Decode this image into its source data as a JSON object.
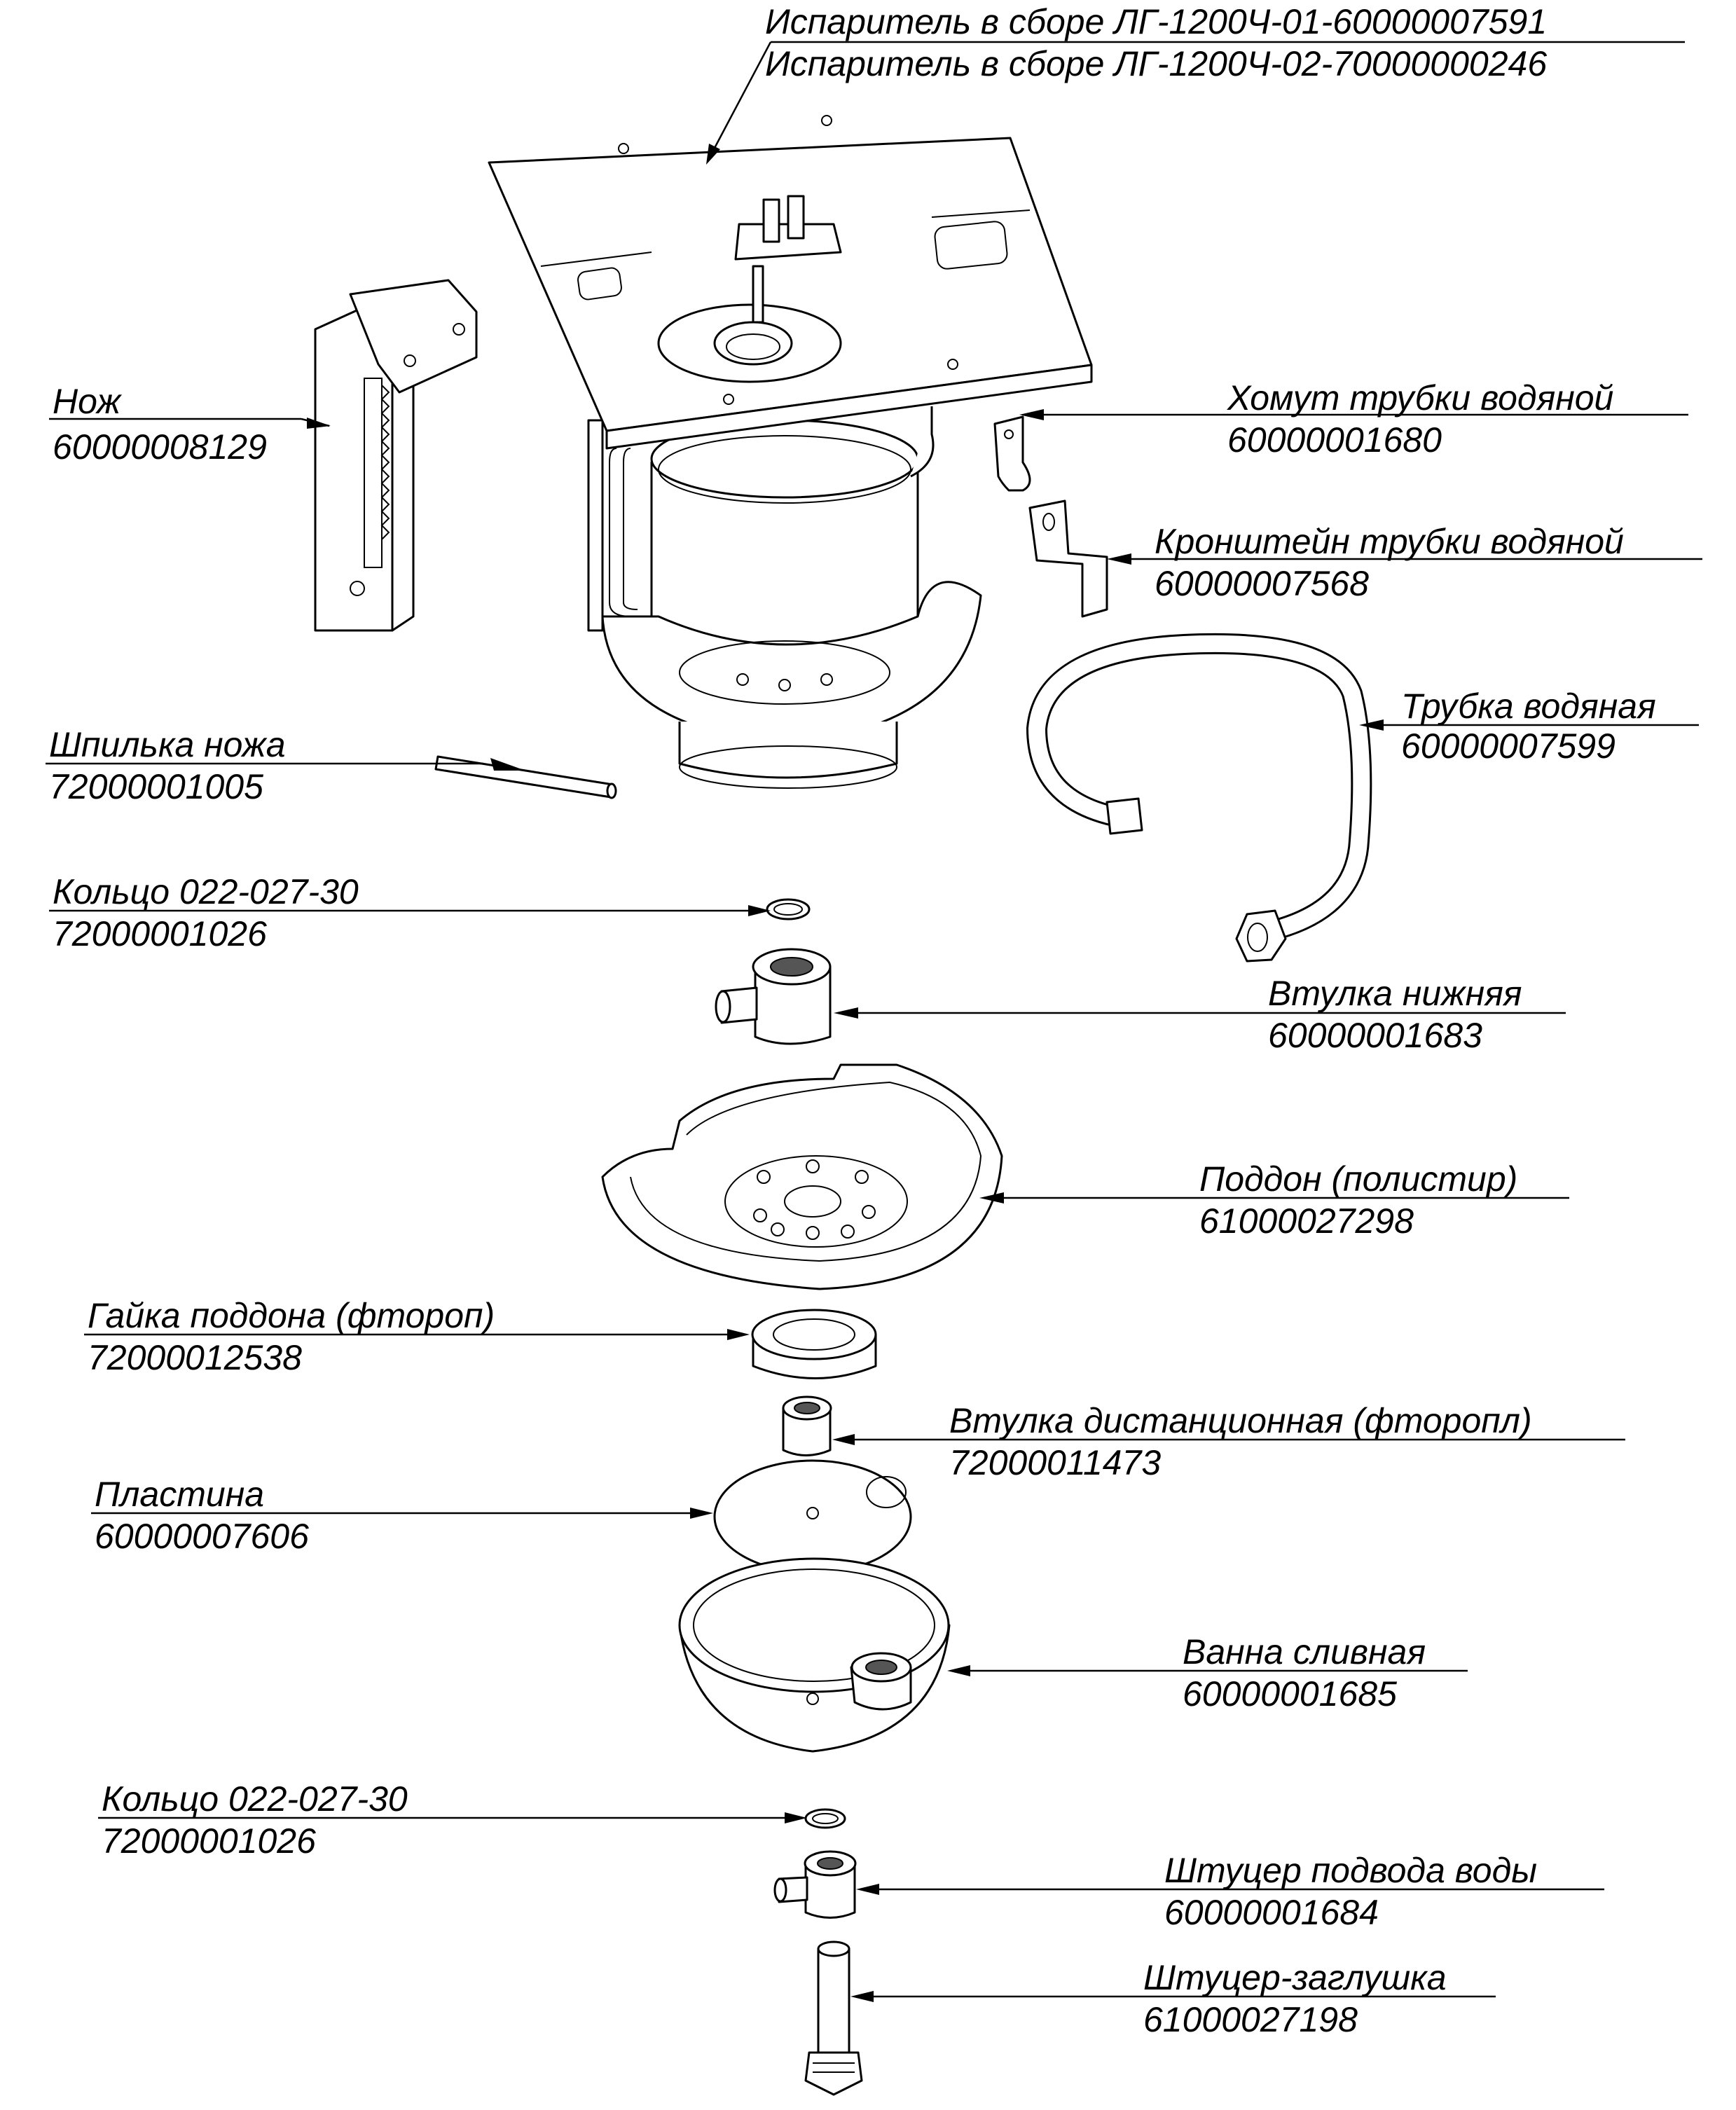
{
  "callouts": {
    "evaporator": {
      "line1": "Испаритель в сборе ЛГ-1200Ч-01-60000007591",
      "line2": "Испаритель в сборе ЛГ-1200Ч-02-70000000246"
    },
    "knife": {
      "name": "Нож",
      "code": "60000008129"
    },
    "clamp": {
      "name": "Хомут трубки водяной",
      "code": "60000001680"
    },
    "bracket": {
      "name": "Кронштейн трубки водяной",
      "code": "60000007568"
    },
    "water_tube": {
      "name": "Трубка водяная",
      "code": "60000007599"
    },
    "knife_pin": {
      "name": "Шпилька ножа",
      "code": "72000001005"
    },
    "ring_top": {
      "name": "Кольцо 022-027-30",
      "code": "72000001026"
    },
    "lower_bushing": {
      "name": "Втулка нижняя",
      "code": "60000001683"
    },
    "tray": {
      "name": "Поддон (полистир)",
      "code": "61000027298"
    },
    "tray_nut": {
      "name": "Гайка поддона (фтороп)",
      "code": "72000012538"
    },
    "spacer_bushing": {
      "name": "Втулка дистанционная (фторопл)",
      "code": "72000011473"
    },
    "plate": {
      "name": "Пластина",
      "code": "60000007606"
    },
    "drain_bath": {
      "name": "Ванна сливная",
      "code": "60000001685"
    },
    "ring_bottom": {
      "name": "Кольцо 022-027-30",
      "code": "72000001026"
    },
    "water_fitting": {
      "name": "Штуцер подвода воды",
      "code": "60000001684"
    },
    "plug_fitting": {
      "name": "Штуцер-заглушка",
      "code": "61000027198"
    }
  }
}
